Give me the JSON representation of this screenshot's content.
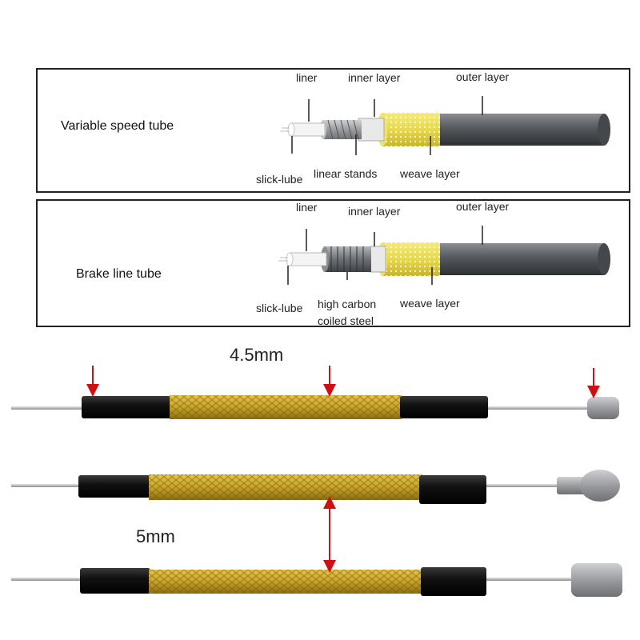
{
  "panels": {
    "variable": {
      "title": "Variable speed tube",
      "labels": {
        "liner": "liner",
        "inner_layer": "inner layer",
        "outer_layer": "outer layer",
        "slick_lube": "slick-lube",
        "linear_stands": "linear stands",
        "weave_layer": "weave layer"
      }
    },
    "brake": {
      "title": "Brake line tube",
      "labels": {
        "liner": "liner",
        "inner_layer": "inner layer",
        "outer_layer": "outer layer",
        "slick_lube": "slick-lube",
        "high_carbon_1": "high carbon",
        "high_carbon_2": "coiled steel",
        "weave_layer": "weave layer"
      }
    }
  },
  "dimensions": {
    "top": "4.5mm",
    "bottom": "5mm"
  },
  "colors": {
    "sheath": "#5a5d62",
    "weave": "#e8d84a",
    "cable_yellow": "#c9a528",
    "ferrule": "#111111",
    "wire": "#b8babd",
    "arrow": "#d01010"
  }
}
